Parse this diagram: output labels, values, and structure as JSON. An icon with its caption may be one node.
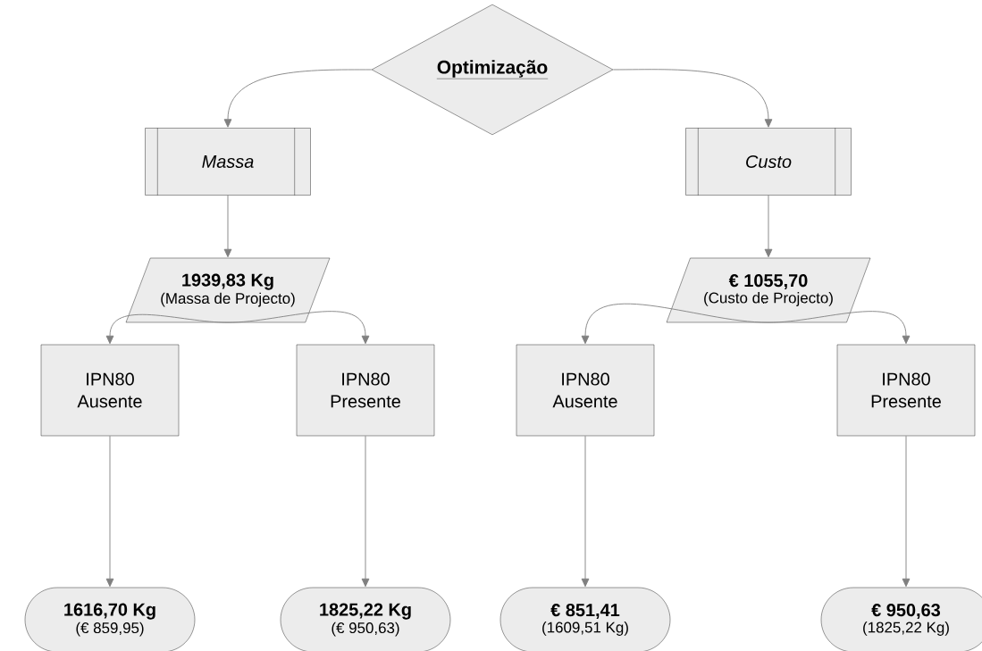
{
  "diagram": {
    "nodes": [
      {
        "text": [
          "Optimização"
        ]
      },
      {
        "text": [
          "Massa"
        ]
      },
      {
        "text": [
          "Custo"
        ]
      },
      {
        "text": [
          "1939,83 Kg",
          "(Massa de Projecto)"
        ]
      },
      {
        "text": [
          "€ 1055,70",
          "(Custo de Projecto)"
        ]
      },
      {
        "text": [
          "IPN80 Ausente"
        ]
      },
      {
        "text": [
          "IPN80 Presente"
        ]
      },
      {
        "text": [
          "IPN80 Ausente"
        ]
      },
      {
        "text": [
          "IPN80 Presente"
        ]
      },
      {
        "text": [
          "1616,70 Kg",
          "(€ 859,95)"
        ]
      },
      {
        "text": [
          "1825,22 Kg",
          "(€ 950,63)"
        ]
      },
      {
        "text": [
          "€ 851,41",
          "(1609,51 Kg)"
        ]
      },
      {
        "text": [
          "€ 950,63",
          "(1825,22 Kg)"
        ]
      }
    ],
    "edges": [
      {
        "from": 0,
        "to": 1,
        "arrow": "to"
      },
      {
        "from": 0,
        "to": 2,
        "arrow": "to"
      },
      {
        "from": 1,
        "to": 3,
        "arrow": "to"
      },
      {
        "from": 2,
        "to": 4,
        "arrow": "to"
      },
      {
        "from": 3,
        "to": 5,
        "arrow": "to"
      },
      {
        "from": 3,
        "to": 6,
        "arrow": "to"
      },
      {
        "from": 4,
        "to": 7,
        "arrow": "to"
      },
      {
        "from": 4,
        "to": 8,
        "arrow": "to"
      },
      {
        "from": 5,
        "to": 9,
        "arrow": "to"
      },
      {
        "from": 6,
        "to": 10,
        "arrow": "to"
      },
      {
        "from": 7,
        "to": 11,
        "arrow": "to"
      },
      {
        "from": 8,
        "to": 12,
        "arrow": "to"
      }
    ]
  }
}
